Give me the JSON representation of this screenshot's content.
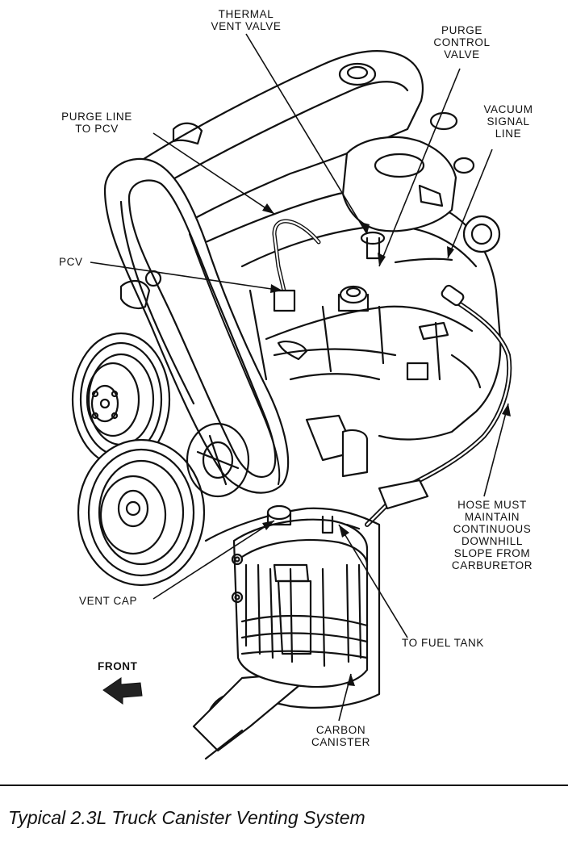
{
  "labels": {
    "thermal_vent_valve": [
      "THERMAL",
      "VENT VALVE"
    ],
    "purge_control_valve": [
      "PURGE",
      "CONTROL",
      "VALVE"
    ],
    "vacuum_signal_line": [
      "VACUUM",
      "SIGNAL",
      "LINE"
    ],
    "purge_line_to_pcv": [
      "PURGE LINE",
      "TO PCV"
    ],
    "pcv": [
      "PCV"
    ],
    "hose_note": [
      "HOSE MUST",
      "MAINTAIN",
      "CONTINUOUS",
      "DOWNHILL",
      "SLOPE FROM",
      "CARBURETOR"
    ],
    "vent_cap": [
      "VENT CAP"
    ],
    "to_fuel_tank": [
      "TO FUEL TANK"
    ],
    "front": [
      "FRONT"
    ],
    "carbon_canister": [
      "CARBON",
      "CANISTER"
    ]
  },
  "caption": "Typical 2.3L Truck Canister Venting System"
}
